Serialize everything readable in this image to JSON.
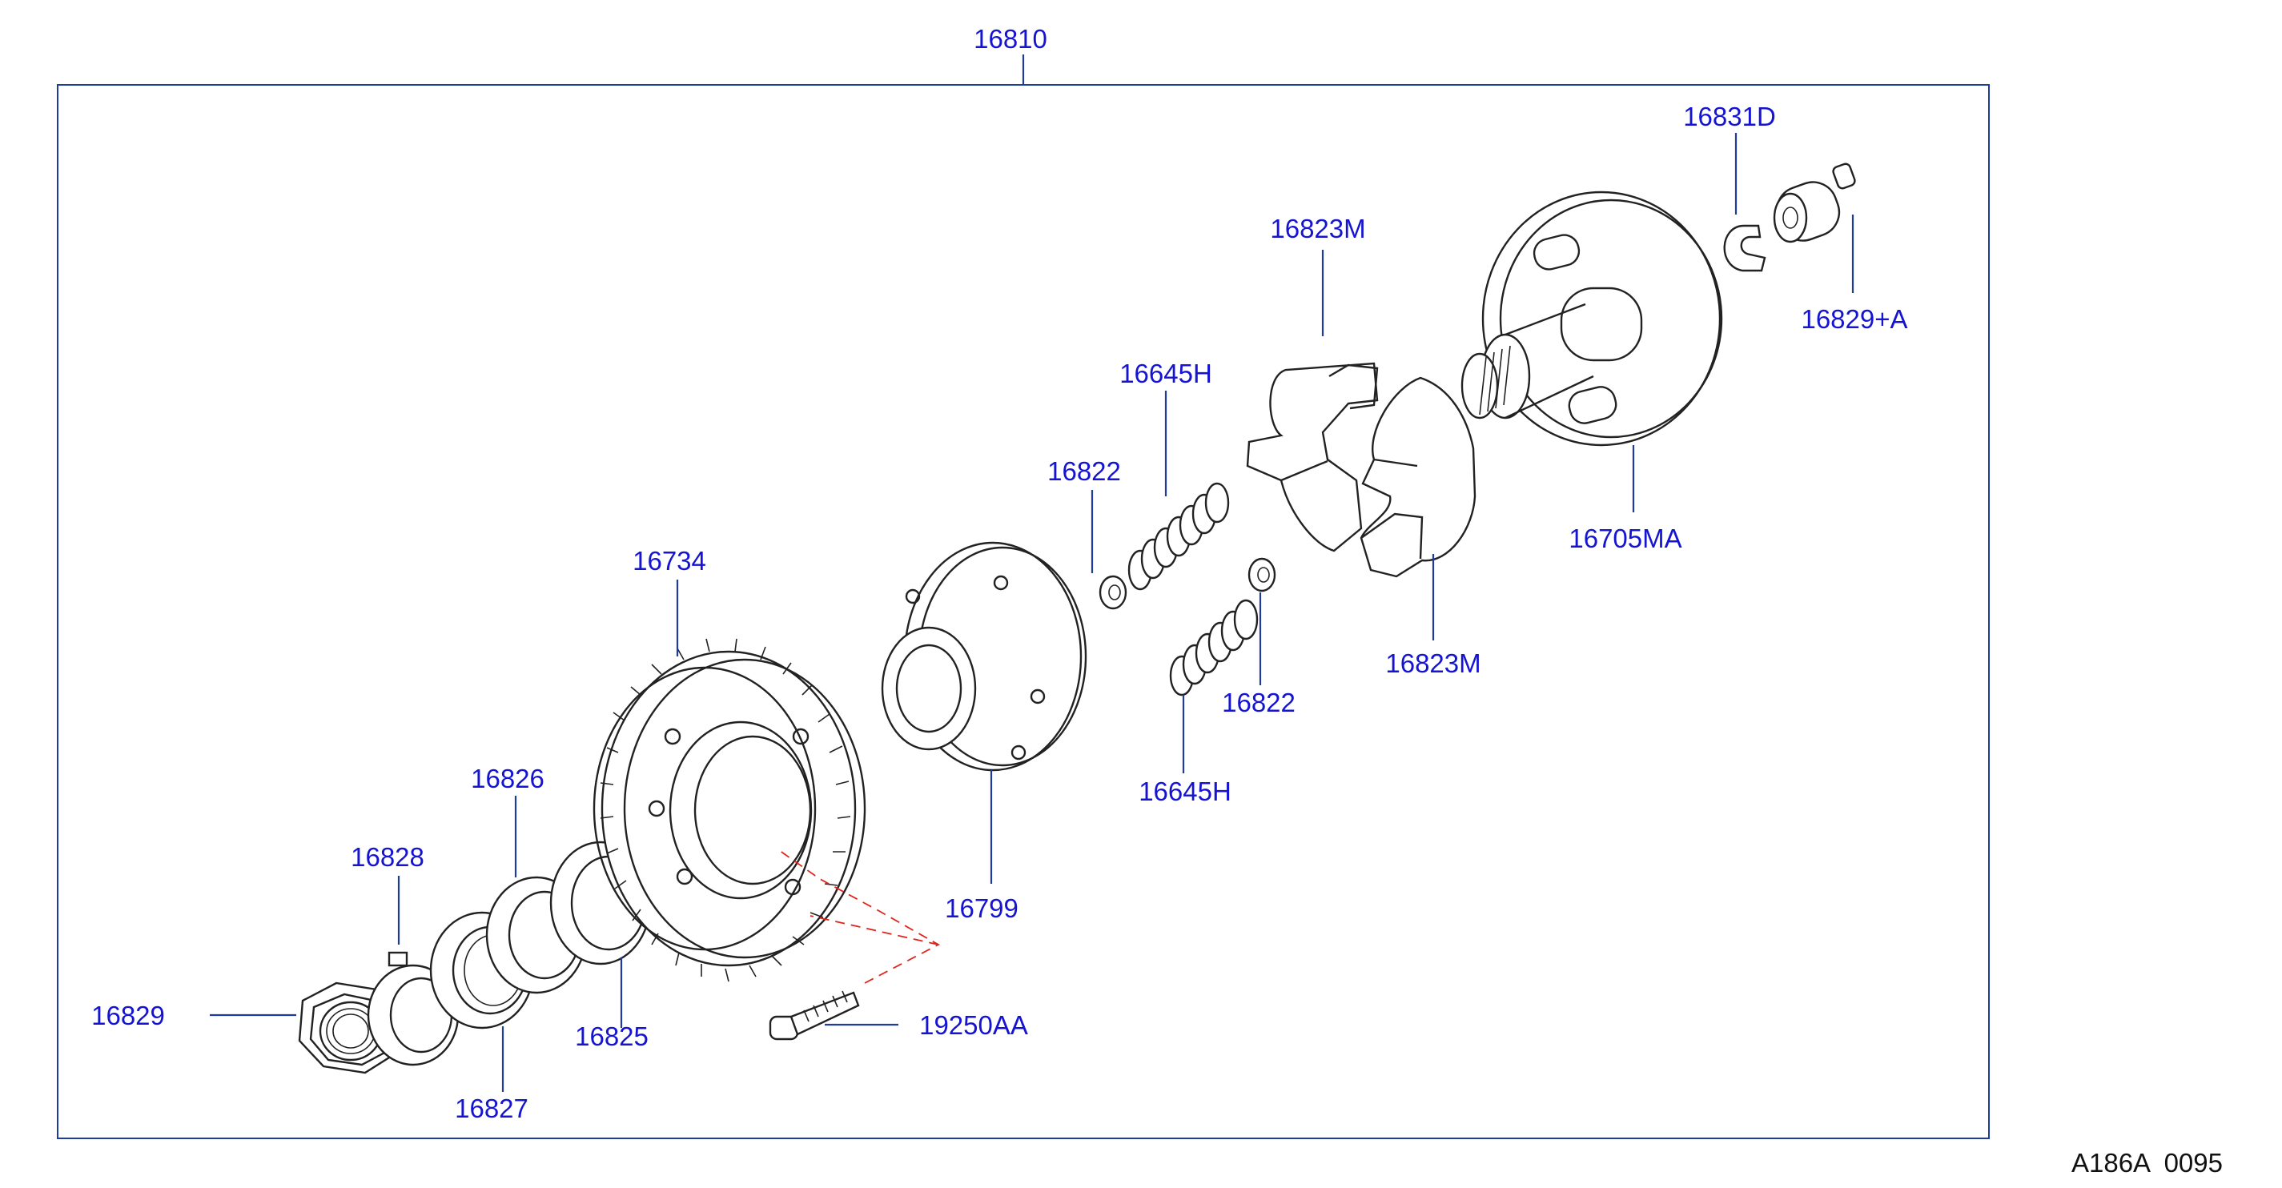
{
  "diagram": {
    "assembly_label": "16810",
    "labels": [
      "16831D",
      "16823M",
      "16829+A",
      "16645H",
      "16822",
      "16705MA",
      "16734",
      "16822",
      "16823M",
      "16826",
      "16645H",
      "16828",
      "16799",
      "16829",
      "19250AA",
      "16825",
      "16827"
    ],
    "drawing_code": "A186A  0095"
  }
}
